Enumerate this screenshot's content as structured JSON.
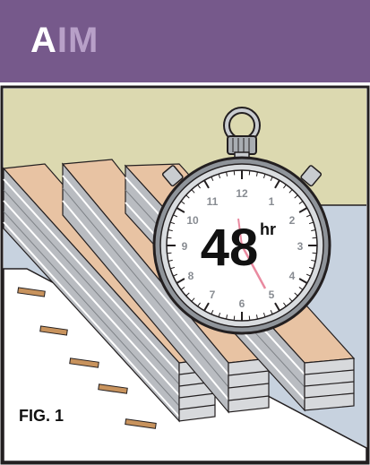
{
  "header": {
    "brand_first": "A",
    "brand_rest": "IM",
    "background_color": "#76598b"
  },
  "illustration": {
    "timer_value": "48",
    "timer_unit": "hr",
    "dial_numbers": [
      "12",
      "1",
      "2",
      "3",
      "4",
      "5",
      "6",
      "7",
      "8",
      "9",
      "10",
      "11"
    ],
    "figure_label": "FIG. 1"
  },
  "colors": {
    "wall": "#dcd9b0",
    "floor": "#c7d2df",
    "plank_face": "#e8c3a3",
    "plank_edge": "#b9bcc1",
    "outline": "#231f20",
    "hand": "#e98aa0"
  }
}
